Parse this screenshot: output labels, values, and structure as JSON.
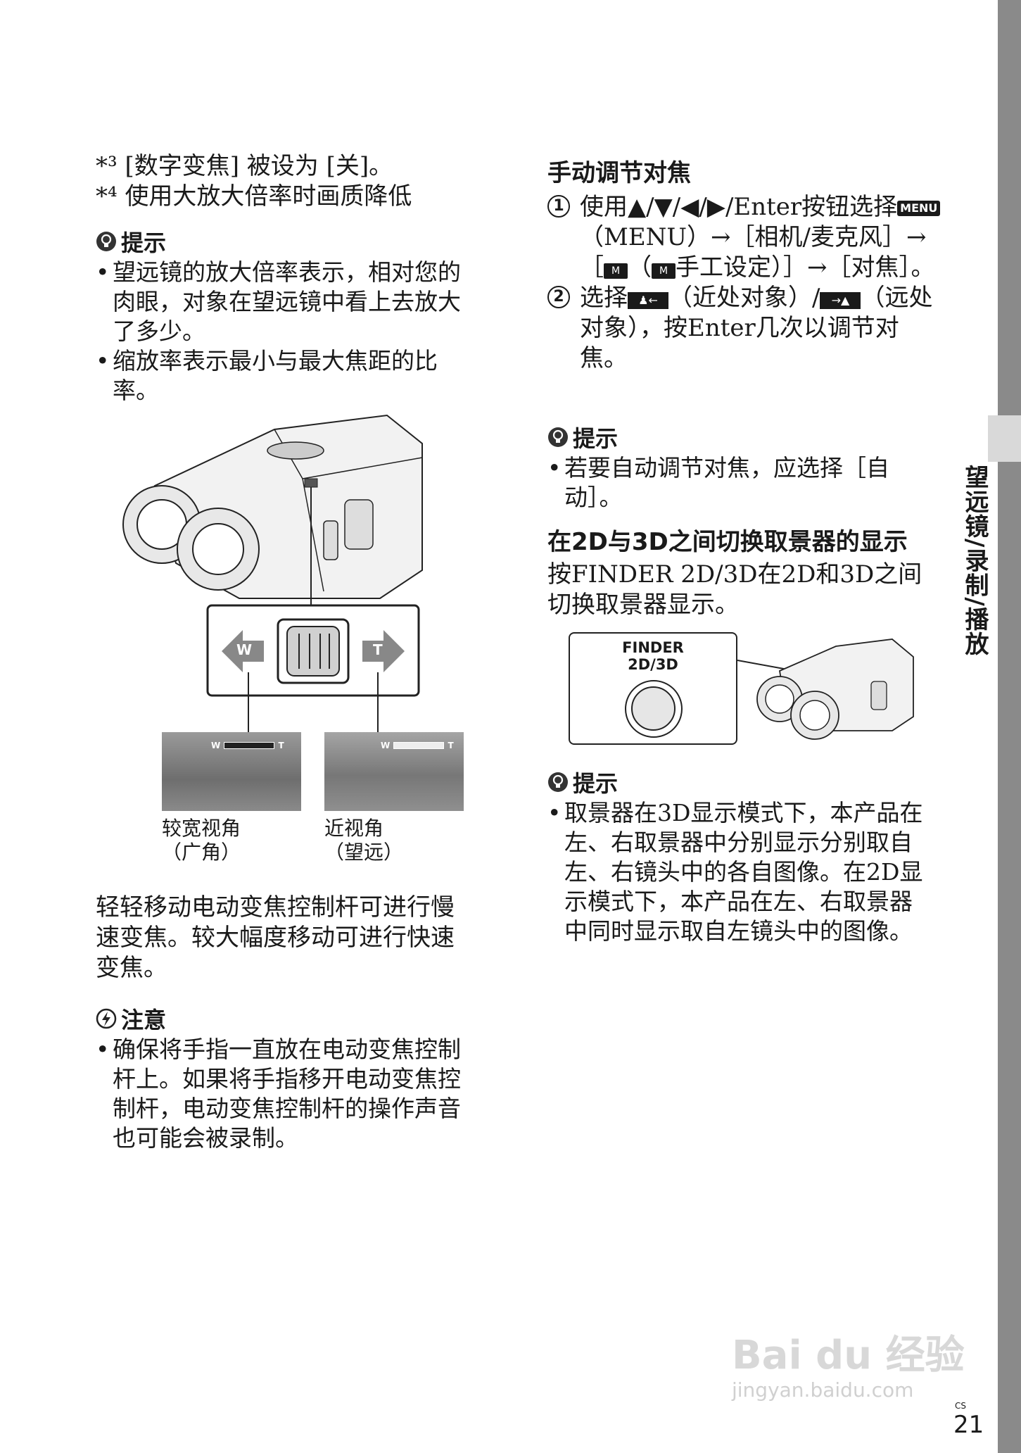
{
  "side": {
    "label": "望远镜/录制/播放"
  },
  "left": {
    "footnote3": "*³ [数字变焦] 被设为 [关]。",
    "footnote4": "*⁴ 使用大放大倍率时画质降低",
    "tip1": {
      "title": "提示",
      "items": [
        "望远镜的放大倍率表示，相对您的肉眼，对象在望远镜中看上去放大了多少。",
        "缩放率表示最小与最大焦距的比率。"
      ]
    },
    "figure": {
      "w_label": "W",
      "t_label": "T",
      "caption_wide_1": "较宽视角",
      "caption_wide_2": "（广角）",
      "caption_tele_1": "近视角",
      "caption_tele_2": "（望远）"
    },
    "para": "轻轻移动电动变焦控制杆可进行慢速变焦。较大幅度移动可进行快速变焦。",
    "caution": {
      "title": "注意",
      "items": [
        "确保将手指一直放在电动变焦控制杆上。如果将手指移开电动变焦控制杆，电动变焦控制杆的操作声音也可能会被录制。"
      ]
    }
  },
  "right": {
    "manual_focus": {
      "title": "手动调节对焦",
      "step1_num": "1",
      "step1_a": "使用▲/▼/◀/▶/Enter按钮选择",
      "step1_menu_icon": "MENU",
      "step1_b": "（MENU）→［相机/麦克风］→［",
      "step1_cam_icon": "M",
      "step1_c": "（",
      "step1_d": "手工设定）］→［对焦］。",
      "step2_num": "2",
      "step2_a": "选择",
      "step2_icon_near": "♟←",
      "step2_b": "（近处对象）/",
      "step2_icon_far": "→▲",
      "step2_c": "（远处对象），按Enter几次以调节对焦。"
    },
    "tip2": {
      "title": "提示",
      "items": [
        "若要自动调节对焦，应选择［自动］。"
      ]
    },
    "finder": {
      "title": "在2D与3D之间切换取景器的显示",
      "text": "按FINDER 2D/3D在2D和3D之间切换取景器显示。",
      "button_label_1": "FINDER",
      "button_label_2": "2D/3D"
    },
    "tip3": {
      "title": "提示",
      "items": [
        "取景器在3D显示模式下，本产品在左、右取景器中分别显示分别取自左、右镜头中的各自图像。在2D显示模式下，本产品在左、右取景器中同时显示取自左镜头中的图像。"
      ]
    }
  },
  "footer": {
    "page_prefix": "CS",
    "page_number": "21",
    "watermark_1": "Bai du 经验",
    "watermark_2": "jingyan.baidu.com"
  }
}
